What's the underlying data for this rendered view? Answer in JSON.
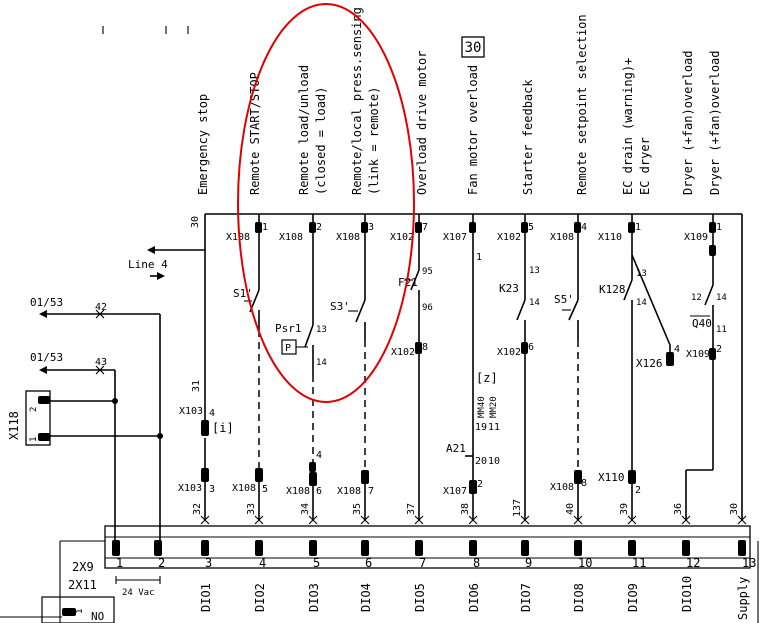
{
  "page_number": "30",
  "channels": [
    {
      "label": "Emergency stop",
      "wire": "31",
      "wire_top": "30",
      "conn": "X103",
      "pin_top": "4",
      "pin_bottom": "3",
      "wire_bottom": "32",
      "terminal": "3",
      "dio": "DIO1"
    },
    {
      "label": "Remote START/STOP",
      "conn": "X108",
      "pin_top": "1",
      "pin_bottom": "5",
      "wire_bottom": "33",
      "terminal": "4",
      "dio": "DIO2",
      "contact": "S1'"
    },
    {
      "label": "Remote load/unload",
      "label2": "(closed = load)",
      "conn": "X108",
      "pin_top": "2",
      "pin_bottom": "6",
      "wire_bottom": "34",
      "terminal": "5",
      "dio": "DIO3",
      "contact": "Psr1",
      "p_box": "P",
      "pin_a": "13",
      "pin_b": "14",
      "mid_pin": "4"
    },
    {
      "label": "Remote/local press.sensing",
      "label2": "(link = remote)",
      "conn": "X108",
      "pin_top": "3",
      "pin_bottom": "7",
      "wire_bottom": "35",
      "terminal": "6",
      "dio": "DIO4",
      "contact": "S3'"
    },
    {
      "label": "Overload drive motor",
      "conn": "X102",
      "pin_top": "7",
      "pin_bottom": "8",
      "wire_bottom": "37",
      "terminal": "7",
      "dio": "DIO5",
      "contact": "F21",
      "pin_a": "95",
      "pin_b": "96"
    },
    {
      "label": "Fan motor overload",
      "conn": "X107",
      "pin_top": "1",
      "pin_bottom": "2",
      "wire_bottom": "38",
      "terminal": "8",
      "dio": "DIO6",
      "contact": "A21",
      "z_label": "[z]",
      "mm1": "MM40",
      "mm2": "MM20",
      "n19": "19",
      "n11": "11",
      "n20": "20",
      "n10": "10"
    },
    {
      "label": "Starter feedback",
      "conn": "X102",
      "pin_top": "5",
      "pin_bottom": "6",
      "wire_bottom": "137",
      "terminal": "9",
      "dio": "DIO7",
      "contact": "K23",
      "pin_a": "13",
      "pin_b": "14"
    },
    {
      "label": "Remote setpoint selection",
      "conn": "X108",
      "pin_top": "4",
      "pin_bottom": "8",
      "wire_bottom": "40",
      "terminal": "10",
      "dio": "DIO8",
      "contact": "S5'"
    },
    {
      "label": "EC drain (warning)+",
      "label2": "EC dryer",
      "conn": "X110",
      "pin_top": "1",
      "pin_bottom": "2",
      "wire_bottom": "39",
      "terminal": "11",
      "dio": "DIO9",
      "contact": "K128",
      "pin_a": "13",
      "pin_b": "14",
      "aux_conn": "X126",
      "aux_pin": "4"
    },
    {
      "label": "Dryer (+fan)overload",
      "label2": "Dryer (+fan)overload",
      "conn": "X109",
      "pin_top": "1",
      "pin_bottom": "2",
      "wire_bottom": "36",
      "terminal": "12",
      "dio": "DIO10",
      "contact": "Q40",
      "pin_a": "12",
      "pin_b": "14",
      "pin_c": "11"
    },
    {
      "label": "",
      "wire_bottom": "30",
      "terminal": "13",
      "dio": "Supply"
    }
  ],
  "left": {
    "line4": "Line 4",
    "ref1": "01/53",
    "ref2": "01/53",
    "wire42": "42",
    "wire43": "43",
    "x118": "X118",
    "x118_pin2": "2",
    "x118_pin1": "1",
    "info": "[i]",
    "term1": "1",
    "term2": "2",
    "vac": "24 Vac",
    "block_2x9": "2X9",
    "block_2x11": "2X11",
    "no_label": "NO",
    "pin_1": "1"
  }
}
